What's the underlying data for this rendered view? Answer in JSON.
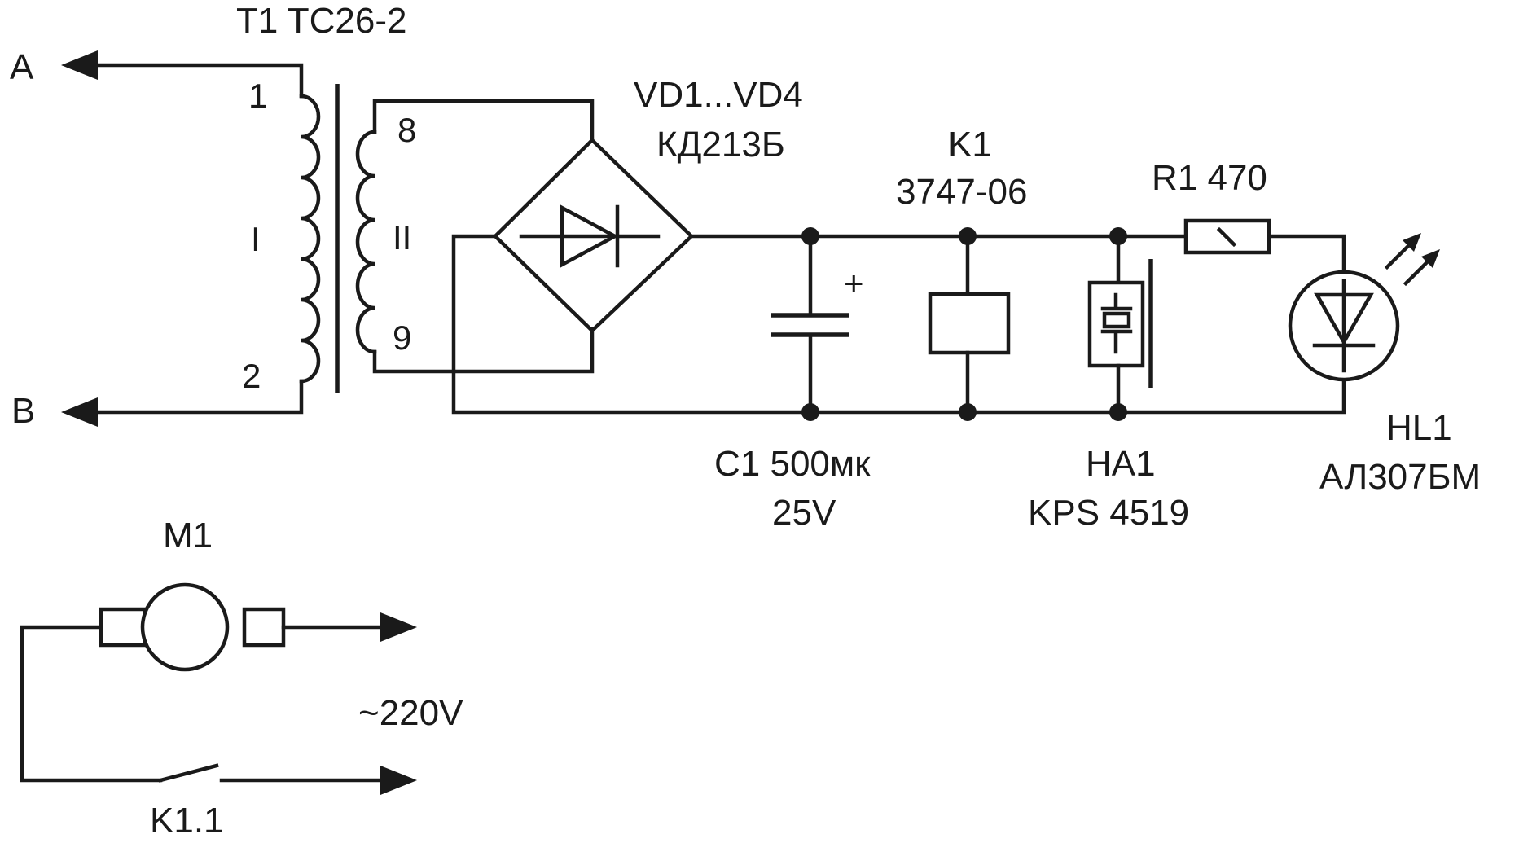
{
  "colors": {
    "ink": "#1a1a1a",
    "background": "#ffffff"
  },
  "terminals": {
    "a": "A",
    "b": "B"
  },
  "transformer": {
    "name": "T1 TC26-2",
    "primary_pin_top": "1",
    "primary_pin_bottom": "2",
    "primary_label": "I",
    "secondary_pin_top": "8",
    "secondary_pin_bottom": "9",
    "secondary_label": "II"
  },
  "bridge": {
    "ref": "VD1...VD4",
    "part": "КД213Б"
  },
  "relay": {
    "ref": "K1",
    "part": "3747-06"
  },
  "resistor": {
    "label": "R1 470"
  },
  "capacitor": {
    "ref": "C1 500мк",
    "voltage": "25V",
    "plus": "+"
  },
  "buzzer": {
    "ref": "HA1",
    "part": "KPS 4519"
  },
  "led": {
    "ref": "HL1",
    "part": "АЛ307БМ"
  },
  "motor": {
    "ref": "M1"
  },
  "mains": {
    "label": "~220V"
  },
  "contact": {
    "ref": "K1.1"
  }
}
